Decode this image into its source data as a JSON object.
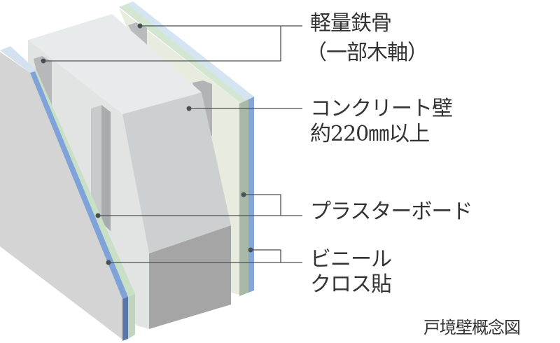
{
  "labels": {
    "steel_frame": [
      "軽量鉄骨",
      "（一部木軸）"
    ],
    "concrete": [
      "コンクリート壁",
      "約220㎜以上"
    ],
    "plasterboard": [
      "プラスターボード"
    ],
    "vinyl": [
      "ビニール",
      "クロス貼"
    ]
  },
  "caption": "戸境壁概念図",
  "colors": {
    "text": "#333333",
    "leader": "#4a5054",
    "board_face": "#d6d6d6",
    "concrete_top": "#e6eaea",
    "concrete_front": "#cfd1d2",
    "concrete_dark": "#a6a6a6",
    "plasterboard_edge": "#c7dcc6",
    "vinyl_edge": "#88a8d8"
  }
}
